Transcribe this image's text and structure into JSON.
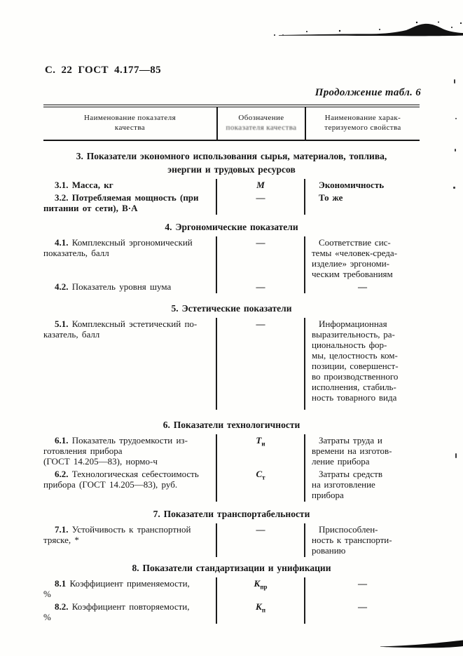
{
  "page": {
    "running_header": "С. 22 ГОСТ 4.177—85",
    "table_caption": "Продолжение табл. 6"
  },
  "table_header": {
    "col1": {
      "line1": "Наименование показателя",
      "line2": "качества"
    },
    "col2": {
      "line1": "Обозначение",
      "line2": "показателя качества"
    },
    "col3": {
      "line1": "Наименование харак-",
      "line2": "теризуемого свойства"
    }
  },
  "sections": [
    {
      "title": "3. Показатели экономного использования сырья, материалов, топлива,\nэнергии и трудовых ресурсов",
      "rows": [
        {
          "name": "3.1. Масса, кг",
          "symbol": "М",
          "symbol_sub": "",
          "property": "Экономичность",
          "bold": true
        },
        {
          "name": "3.2. Потребляемая мощность (при\nпитании от сети), В·А",
          "symbol": "—",
          "symbol_sub": "",
          "property": "То же",
          "bold": true
        }
      ]
    },
    {
      "title": "4. Эргономические показатели",
      "rows": [
        {
          "name": "4.1. Комплексный эргономический\nпоказатель, балл",
          "symbol": "—",
          "symbol_sub": "",
          "property": "Соответствие сис-\nтемы «человек-среда-\nизделие» эргономи-\nческим требованиям",
          "bold": false
        },
        {
          "name": "4.2. Показатель уровня шума",
          "symbol": "—",
          "symbol_sub": "",
          "property": "—",
          "bold": false
        }
      ]
    },
    {
      "title": "5. Эстетические показатели",
      "rows": [
        {
          "name": "5.1. Комплексный эстетический по-\nказатель, балл",
          "symbol": "—",
          "symbol_sub": "",
          "property": "Информационная\nвыразительность, ра-\nциональность фор-\nмы, целостность ком-\nпозиции, совершенст-\nво производственного\nисполнения, стабиль-\nность товарного вида",
          "bold": false
        }
      ]
    },
    {
      "title": "6. Показатели технологичности",
      "rows": [
        {
          "name": "6.1. Показатель трудоемкости из-\nготовления прибора\n(ГОСТ 14.205—83), нормо-ч",
          "symbol": "Т",
          "symbol_sub": "и",
          "property": "Затраты труда и\nвремени на изготов-\nление прибора",
          "bold": false
        },
        {
          "name": "6.2. Технологическая себестоимость\nприбора (ГОСТ 14.205—83), руб.",
          "symbol": "С",
          "symbol_sub": "т",
          "property": "Затраты средств\nна изготовление\nприбора",
          "bold": false
        }
      ]
    },
    {
      "title": "7. Показатели транспортабельности",
      "rows": [
        {
          "name": "7.1. Устойчивость к транспортной\nтряске, *",
          "symbol": "—",
          "symbol_sub": "",
          "property": "Приспособлен-\nность к транспорти-\nрованию",
          "bold": false
        }
      ]
    },
    {
      "title": "8. Показатели стандартизации и унификации",
      "rows": [
        {
          "name": "8.1 Коэффициент применяемости,\n%",
          "symbol": "К",
          "symbol_sub": "пр",
          "property": "—",
          "bold": false
        },
        {
          "name": "8.2. Коэффициент повторяемости,\n%",
          "symbol": "К",
          "symbol_sub": "п",
          "property": "—",
          "bold": false
        }
      ]
    }
  ]
}
